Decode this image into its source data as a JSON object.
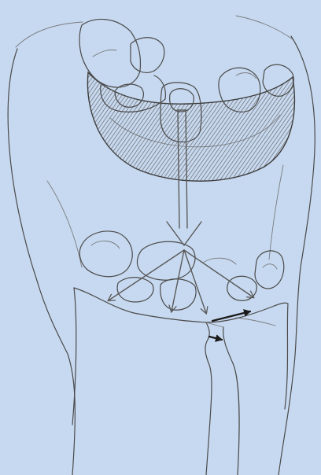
{
  "background_color": "#c7d9f0",
  "line_color": "#4a4a4a",
  "shading_color": "#6a6a6a",
  "arrow_color": "#5a5a5a",
  "dark_arrow_color": "#1a1a1a",
  "icons": [
    "downward-force-arrow",
    "radiating-force-arrows",
    "displacement-arrow",
    "small-displacement-arrow"
  ]
}
